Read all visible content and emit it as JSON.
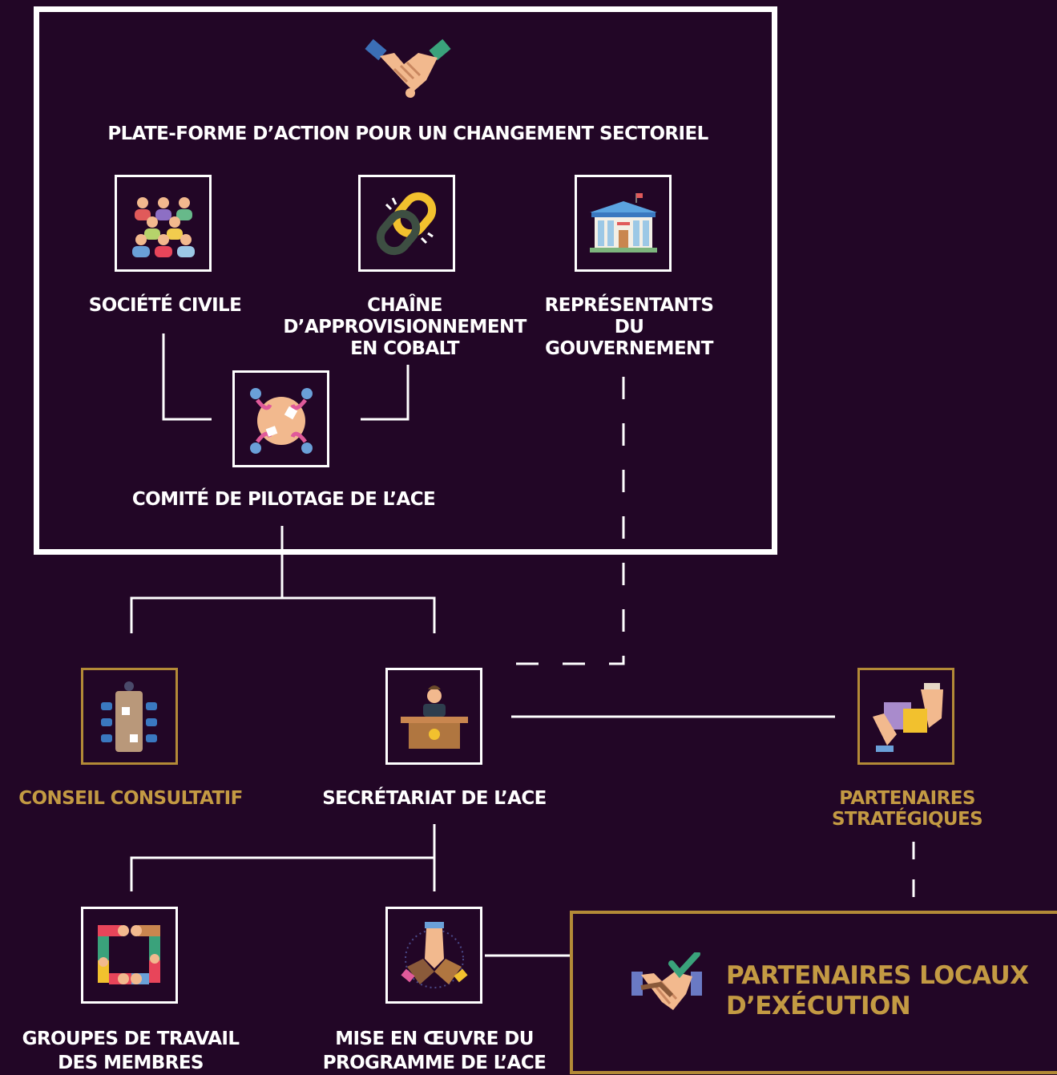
{
  "platform": {
    "title": "PLATE-FORME D’ACTION POUR UN CHANGEMENT SECTORIEL"
  },
  "nodes": {
    "civil_society": "SOCIÉTÉ CIVILE",
    "supply_chain": [
      "CHAÎNE",
      "D’APPROVISIONNEMENT",
      "EN COBALT"
    ],
    "government": [
      "REPRÉSENTANTS",
      "DU",
      "GOUVERNEMENT"
    ],
    "steering": "COMITÉ DE PILOTAGE DE L’ACE",
    "advisory": "CONSEIL CONSULTATIF",
    "secretariat": "SECRÉTARIAT DE L’ACE",
    "strategic": [
      "PARTENAIRES",
      "STRATÉGIQUES"
    ],
    "working_groups": [
      "GROUPES DE TRAVAIL",
      "DES MEMBRES"
    ],
    "program": [
      "MISE EN ŒUVRE DU",
      "PROGRAMME DE L’ACE"
    ],
    "local_partners": [
      "PARTENAIRES LOCAUX",
      "D’EXÉCUTION"
    ]
  },
  "icons": {
    "platform": "handshake-icon",
    "civil_society": "people-group-icon",
    "supply_chain": "chain-link-icon",
    "government": "government-building-icon",
    "steering": "round-table-icon",
    "advisory": "meeting-table-icon",
    "secretariat": "speaker-podium-icon",
    "strategic": "puzzle-hands-icon",
    "working_groups": "linked-arms-icon",
    "program": "hands-together-icon",
    "local_partners": "handshake-check-icon"
  },
  "colors": {
    "background": "#220626",
    "gold": "#c39a43",
    "white": "#ffffff"
  }
}
